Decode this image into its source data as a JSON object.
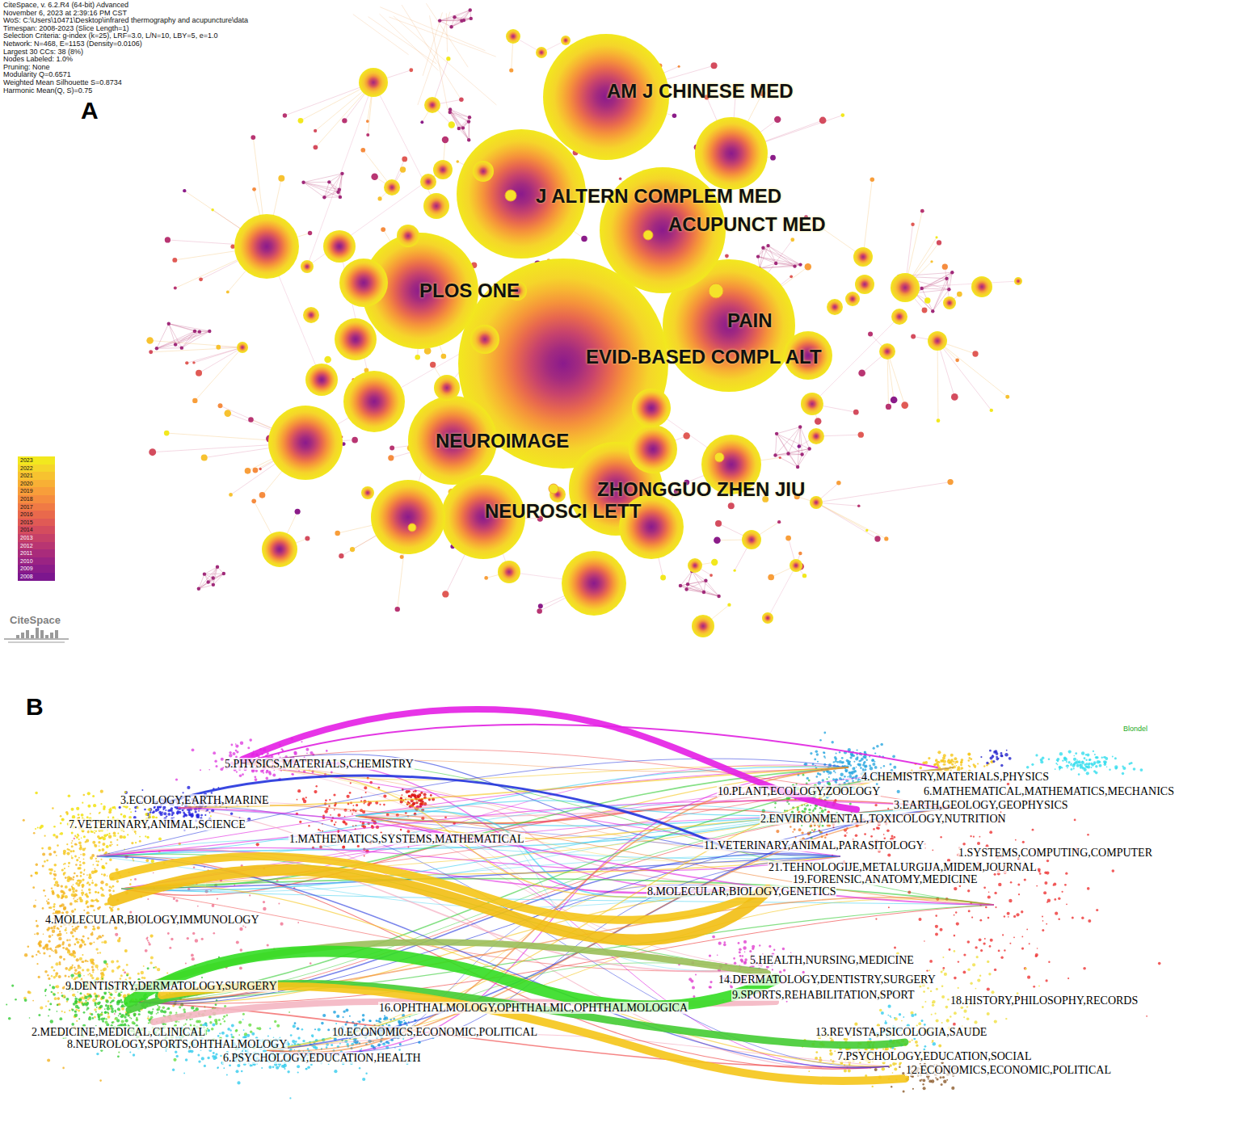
{
  "diagram": {
    "nodes": [
      {
        "text": [
          "AM J CHINESE MED"
        ]
      },
      {
        "text": [
          "J ALTERN COMPLEM MED"
        ]
      },
      {
        "text": [
          "ACUPUNCT MED"
        ]
      },
      {
        "text": [
          "PLOS ONE"
        ]
      },
      {
        "text": [
          "PAIN"
        ]
      },
      {
        "text": [
          "EVID-BASED COMPL ALT"
        ]
      },
      {
        "text": [
          "NEUROIMAGE"
        ]
      },
      {
        "text": [
          "ZHONGGUO ZHEN JIU"
        ]
      },
      {
        "text": [
          "NEUROSCI LETT"
        ]
      }
    ],
    "labels": [
      "CiteSpace, v. 6.2.R4 (64-bit) Advanced",
      "November 6, 2023 at 2:39:16 PM CST",
      "WoS: C:\\Users\\10471\\Desktop\\infrared thermography and acupuncture\\data",
      "Timespan: 2008-2023 (Slice Length=1)",
      "Selection Criteria: g-index (k=25), LRF=3.0, L/N=10, LBY=5, e=1.0",
      "Network: N=468, E=1153 (Density=0.0106)",
      "Largest 30 CCs: 38 (8%)",
      "Nodes Labeled: 1.0%",
      "Pruning: None",
      "Modularity Q=0.6571",
      "Weighted Mean Silhouette S=0.8734",
      "Harmonic Mean(Q, S)=0.75",
      "A",
      "CiteSpace",
      "B",
      "5.PHYSICS,MATERIALS,CHEMISTRY",
      "3.ECOLOGY,EARTH,MARINE",
      "7.VETERINARY,ANIMAL,SCIENCE",
      "1.MATHEMATICS,SYSTEMS,MATHEMATICAL",
      "4.MOLECULAR,BIOLOGY,IMMUNOLOGY",
      "9.DENTISTRY,DERMATOLOGY,SURGERY",
      "2.MEDICINE,MEDICAL,CLINICAL",
      "8.NEUROLOGY,SPORTS,OHTHALMOLOGY",
      "10.ECONOMICS,ECONOMIC,POLITICAL",
      "6.PSYCHOLOGY,EDUCATION,HEALTH",
      "4.CHEMISTRY,MATERIALS,PHYSICS",
      "10.PLANT,ECOLOGY,ZOOLOGY",
      "6.MATHEMATICAL,MATHEMATICS,MECHANICS",
      "3.EARTH,GEOLOGY,GEOPHYSICS",
      "2.ENVIRONMENTAL,TOXICOLOGY,NUTRITION",
      "11.VETERINARY,ANIMAL,PARASITOLOGY",
      "1.SYSTEMS,COMPUTING,COMPUTER",
      "21.TEHNOLOGIJE,METALURGIJA,MIDEM,JOURNAL",
      "19.FORENSIC,ANATOMY,MEDICINE",
      "8.MOLECULAR,BIOLOGY,GENETICS",
      "5.HEALTH,NURSING,MEDICINE",
      "14.DERMATOLOGY,DENTISTRY,SURGERY",
      "9.SPORTS,REHABILITATION,SPORT",
      "18.HISTORY,PHILOSOPHY,RECORDS",
      "16.OPHTHALMOLOGY,OPHTHALMIC,OPHTHALMOLOGICA",
      "13.REVISTA,PSICOLOGIA,SAUDE",
      "7.PSYCHOLOGY,EDUCATION,SOCIAL",
      "12.ECONOMICS,ECONOMIC,POLITICAL",
      "Blondel"
    ],
    "legend": [
      {
        "text": "2023",
        "color": "#f2e81e"
      },
      {
        "text": "2022",
        "color": "#f5d52a"
      },
      {
        "text": "2021",
        "color": "#f7c230"
      },
      {
        "text": "2020",
        "color": "#f8b035"
      },
      {
        "text": "2019",
        "color": "#f89e3a"
      },
      {
        "text": "2018",
        "color": "#f58c3f"
      },
      {
        "text": "2017",
        "color": "#f07a45"
      },
      {
        "text": "2016",
        "color": "#e9694c"
      },
      {
        "text": "2015",
        "color": "#e05a55"
      },
      {
        "text": "2014",
        "color": "#d44c5e"
      },
      {
        "text": "2013",
        "color": "#c64068"
      },
      {
        "text": "2012",
        "color": "#b83572"
      },
      {
        "text": "2011",
        "color": "#a92b7b"
      },
      {
        "text": "2010",
        "color": "#9a2383"
      },
      {
        "text": "2009",
        "color": "#8b1c89"
      },
      {
        "text": "2008",
        "color": "#7c168e"
      }
    ]
  }
}
